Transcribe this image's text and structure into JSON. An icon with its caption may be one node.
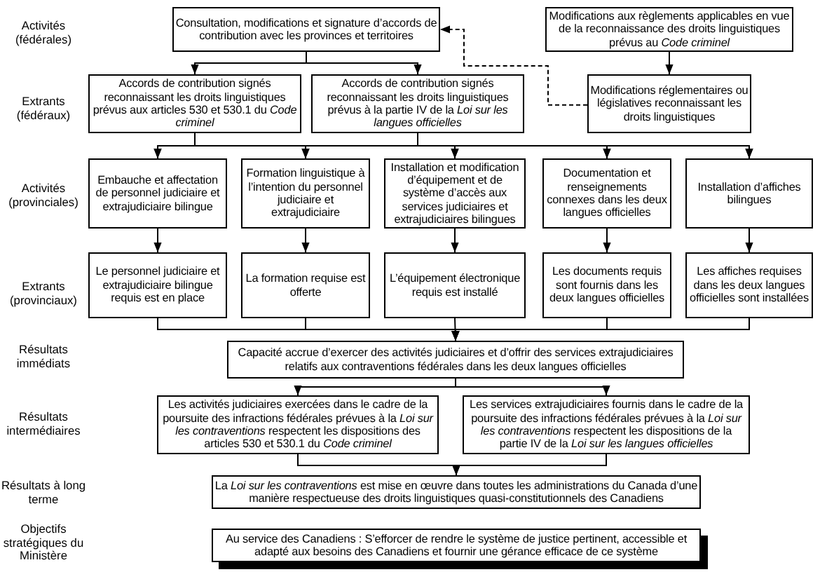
{
  "diagram": {
    "nodes": [
      {
        "text": [
          "Consultation, modifications et signature d’accords de contribution avec les provinces et territoires"
        ]
      },
      {
        "text": [
          "Modifications aux règlements applicables en vue de la reconnaissance des droits linguistiques prévus au *Code criminel*"
        ]
      },
      {
        "text": [
          "Accords de contribution signés reconnaissant les droits linguistiques prévus aux articles 530 et 530.1 du *Code criminel*"
        ]
      },
      {
        "text": [
          "Accords de contribution signés reconnaissant les droits linguistiques prévus à la partie IV de la *Loi sur les langues officielles*"
        ]
      },
      {
        "text": [
          "Modifications réglementaires ou législatives reconnaissant les droits linguistiques"
        ]
      },
      {
        "text": [
          "Embauche et affectation de personnel judiciaire et extrajudiciaire bilingue"
        ]
      },
      {
        "text": [
          "Formation linguistique à l’intention du personnel judiciaire et extrajudiciaire"
        ]
      },
      {
        "text": [
          "Installation et modification d’équipement et de système d’accès aux services judiciaires et extrajudiciaires bilingues"
        ]
      },
      {
        "text": [
          "Documentation et renseignements connexes dans les deux langues officielles"
        ]
      },
      {
        "text": [
          "Installation d’affiches bilingues"
        ]
      },
      {
        "text": [
          "Le personnel judiciaire et extrajudiciaire bilingue requis est en place"
        ]
      },
      {
        "text": [
          "La formation requise est offerte"
        ]
      },
      {
        "text": [
          "L’équipement électronique requis est installé"
        ]
      },
      {
        "text": [
          "Les documents requis sont fournis dans les deux langues officielles"
        ]
      },
      {
        "text": [
          "Les affiches requises dans les deux langues officielles sont installées"
        ]
      },
      {
        "text": [
          "Capacité accrue d’exercer des activités judiciaires et d’offrir des services extrajudiciaires relatifs aux contraventions fédérales dans les deux langues officielles"
        ]
      },
      {
        "text": [
          "Les activités judiciaires exercées dans le cadre de la poursuite des infractions fédérales prévues à la *Loi sur les contraventions* respectent les dispositions des articles 530 et 530.1 du *Code criminel*"
        ]
      },
      {
        "text": [
          "Les services extrajudiciaires fournis dans le cadre de la poursuite des infractions fédérales prévues à la *Loi sur les contraventions* respectent les dispositions de la partie IV de la *Loi sur les langues officielles*"
        ]
      },
      {
        "text": [
          "La *Loi sur les contraventions* est mise en œuvre dans toutes les administrations du Canada d’une manière respectueuse des droits linguistiques quasi-constitutionnels des Canadiens"
        ]
      },
      {
        "text": [
          "Au service des Canadiens : S’efforcer de rendre le système de justice pertinent, accessible et adapté aux besoins des Canadiens et fournir une gérance efficace de ce système"
        ]
      }
    ],
    "edges": [
      {
        "from": 0,
        "to": 2,
        "arrow": "to"
      },
      {
        "from": 0,
        "to": 3,
        "arrow": "to"
      },
      {
        "from": 1,
        "to": 4,
        "arrow": "to"
      },
      {
        "from": 4,
        "to": 0,
        "arrow": "to",
        "style": "dashed"
      },
      {
        "from": 2,
        "to": 5,
        "arrow": "to"
      },
      {
        "from": 2,
        "to": 6,
        "arrow": "to"
      },
      {
        "from": 2,
        "to": 7,
        "arrow": "to"
      },
      {
        "from": 2,
        "to": 8,
        "arrow": "to"
      },
      {
        "from": 2,
        "to": 9,
        "arrow": "to"
      },
      {
        "from": 3,
        "to": 5,
        "arrow": "to"
      },
      {
        "from": 3,
        "to": 6,
        "arrow": "to"
      },
      {
        "from": 3,
        "to": 7,
        "arrow": "to"
      },
      {
        "from": 3,
        "to": 8,
        "arrow": "to"
      },
      {
        "from": 3,
        "to": 9,
        "arrow": "to"
      },
      {
        "from": 5,
        "to": 10,
        "arrow": "to"
      },
      {
        "from": 6,
        "to": 11,
        "arrow": "to"
      },
      {
        "from": 7,
        "to": 12,
        "arrow": "to"
      },
      {
        "from": 8,
        "to": 13,
        "arrow": "to"
      },
      {
        "from": 9,
        "to": 14,
        "arrow": "to"
      },
      {
        "from": 10,
        "to": 15,
        "arrow": "to"
      },
      {
        "from": 11,
        "to": 15,
        "arrow": "to"
      },
      {
        "from": 12,
        "to": 15,
        "arrow": "to"
      },
      {
        "from": 13,
        "to": 15,
        "arrow": "to"
      },
      {
        "from": 14,
        "to": 15,
        "arrow": "to"
      },
      {
        "from": 15,
        "to": 16,
        "arrow": "to"
      },
      {
        "from": 15,
        "to": 17,
        "arrow": "to"
      },
      {
        "from": 16,
        "to": 18,
        "arrow": "to"
      },
      {
        "from": 17,
        "to": 18,
        "arrow": "to"
      }
    ],
    "labels": [
      "Activités (fédérales)",
      "Extrants (fédéraux)",
      "Activités (provinciales)",
      "Extrants (provinciaux)",
      "Résultats immédiats",
      "Résultats intermédiaires",
      "Résultats à long terme",
      "Objectifs stratégiques du Ministère"
    ]
  }
}
